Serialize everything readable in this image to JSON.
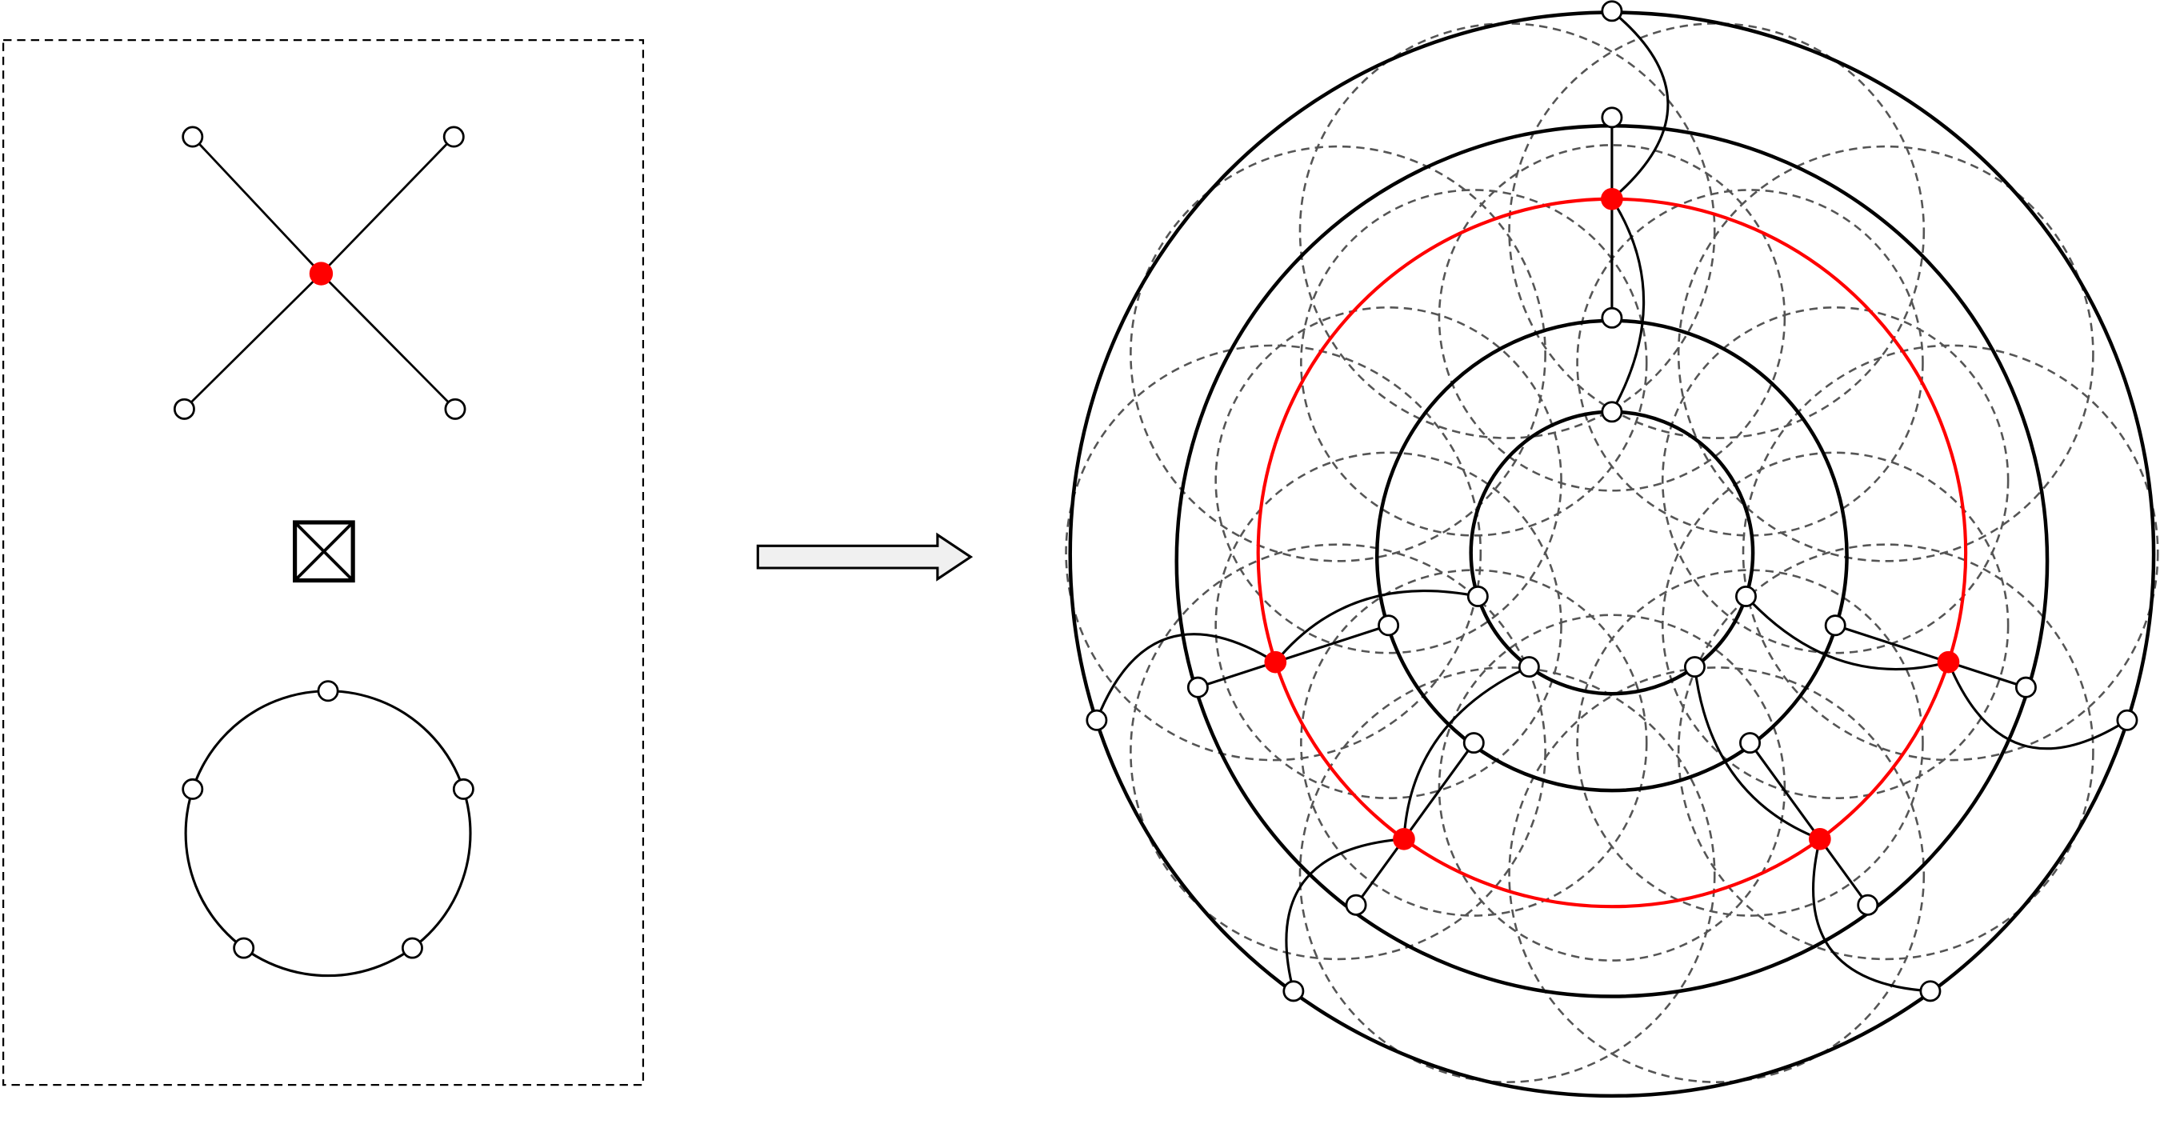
{
  "figure": {
    "left_panel": {
      "star_graph": {
        "leaves": 4,
        "center_highlighted": true
      },
      "product_symbol": "box-times",
      "cycle_graph": {
        "vertices": 5
      }
    },
    "arrow": {
      "direction": "right"
    },
    "right_panel": {
      "concentric_cycles": 4,
      "spokes": 5,
      "highlighted_cycle": {
        "color": "#ff0000"
      },
      "dashed_connectors": true
    }
  },
  "colors": {
    "edge": "#000000",
    "highlight": "#ff0000",
    "dashed": "#555555",
    "vertex_fill": "#ffffff",
    "frame": "#000000",
    "arrow_fill": "#f0f0f0"
  }
}
